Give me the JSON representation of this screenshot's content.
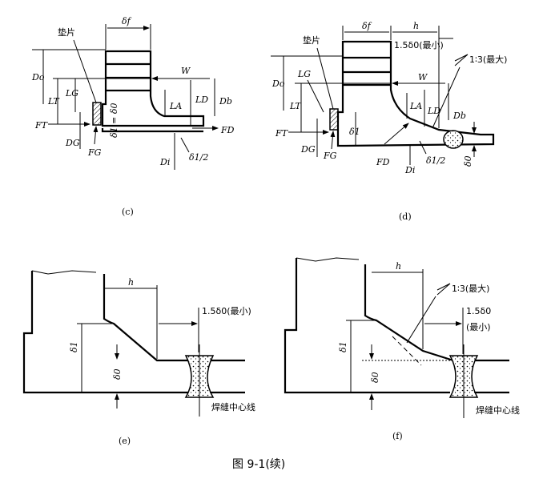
{
  "panels": {
    "c": {
      "id": "(c)",
      "labels": {
        "gasket": "垫片",
        "delta_f": "δf",
        "Do": "Do",
        "LT": "LT",
        "LG": "LG",
        "W": "W",
        "LA": "LA",
        "LD": "LD",
        "Db": "Db",
        "delta1_eq": "δ1 = δ0",
        "FT": "FT",
        "FD": "FD",
        "DG": "DG",
        "FG": "FG",
        "Di": "Di",
        "delta1_half": "δ1/2"
      }
    },
    "d": {
      "id": "(d)",
      "labels": {
        "gasket": "垫片",
        "delta_f": "δf",
        "h": "h",
        "min_len": "1.5δ0(最小)",
        "taper": "1∶3(最大)",
        "Do": "Do",
        "LG": "LG",
        "LT": "LT",
        "W": "W",
        "LA": "LA",
        "LD": "LD",
        "Db": "Db",
        "delta1": "δ1",
        "FT": "FT",
        "DG": "DG",
        "FG": "FG",
        "FD": "FD",
        "Di": "Di",
        "delta1_half": "δ1/2",
        "delta0": "δ0"
      }
    },
    "e": {
      "id": "(e)",
      "labels": {
        "h": "h",
        "min_len": "1.5δ0(最小)",
        "delta1": "δ1",
        "delta0": "δ0",
        "weld_center": "焊缝中心线"
      }
    },
    "f": {
      "id": "(f)",
      "labels": {
        "h": "h",
        "taper": "1∶3(最大)",
        "min_len_a": "1.5δ0",
        "min_len_b": "(最小)",
        "delta1": "δ1",
        "delta0": "δ0",
        "weld_center": "焊缝中心线"
      }
    }
  },
  "caption": "图 9-1(续)"
}
